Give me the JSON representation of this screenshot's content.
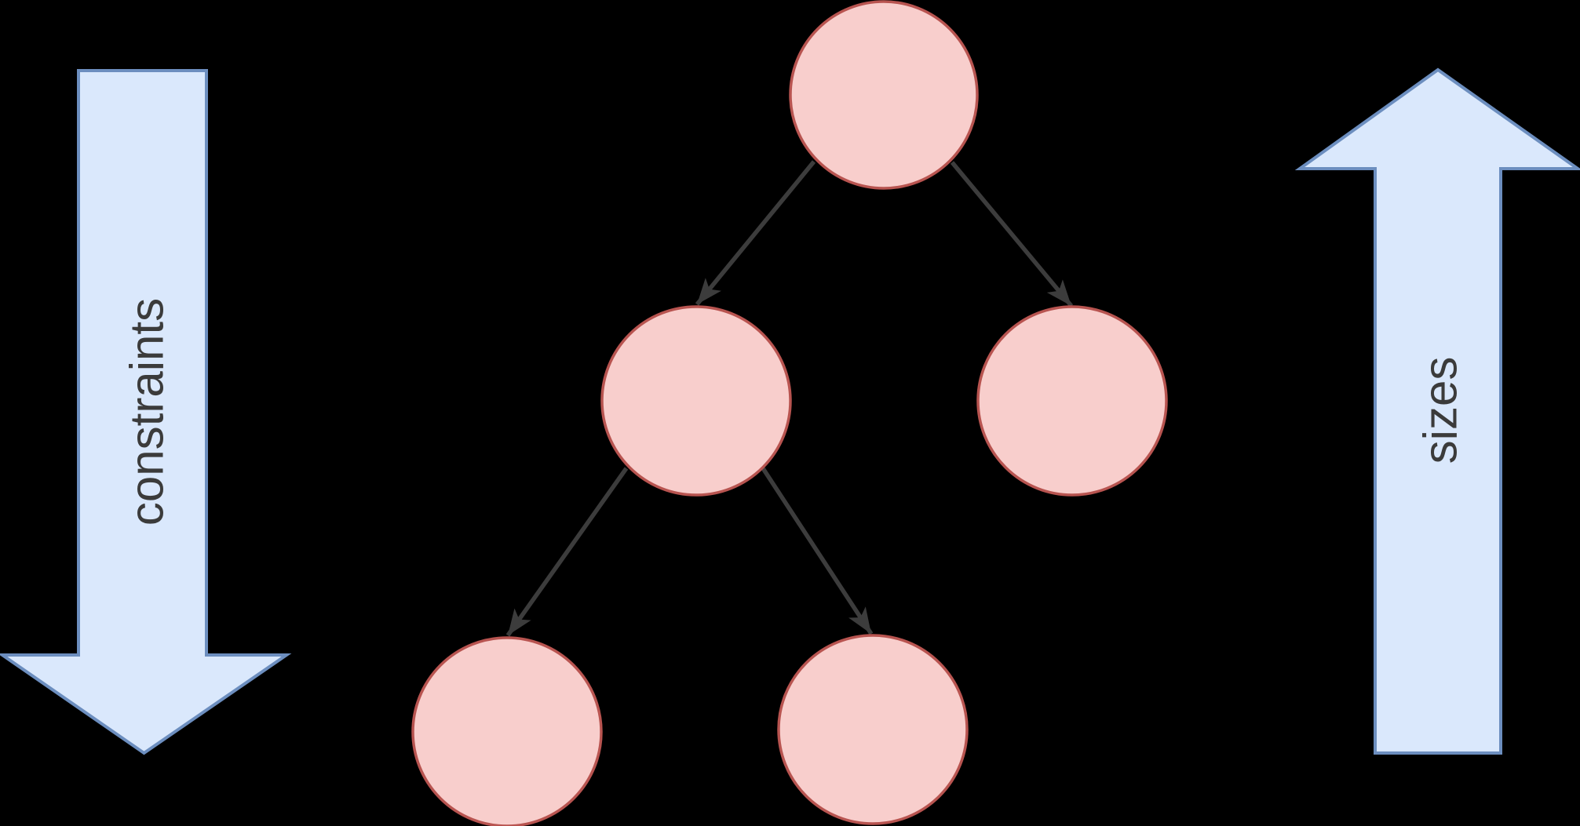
{
  "diagram": {
    "left_arrow": {
      "label": "constraints",
      "direction": "down"
    },
    "right_arrow": {
      "label": "sizes",
      "direction": "up"
    },
    "tree": {
      "node_count": 5,
      "nodes": [
        {
          "id": "root",
          "row": "top",
          "children": [
            "child-left",
            "child-right"
          ]
        },
        {
          "id": "child-left",
          "row": "middle",
          "children": [
            "grandchild-left",
            "grandchild-right"
          ]
        },
        {
          "id": "child-right",
          "row": "middle",
          "children": []
        },
        {
          "id": "grandchild-left",
          "row": "bottom",
          "children": []
        },
        {
          "id": "grandchild-right",
          "row": "bottom",
          "children": []
        }
      ],
      "edges": [
        {
          "from": "root",
          "to": "child-left"
        },
        {
          "from": "root",
          "to": "child-right"
        },
        {
          "from": "child-left",
          "to": "grandchild-left"
        },
        {
          "from": "child-left",
          "to": "grandchild-right"
        }
      ]
    },
    "colors": {
      "background": "#000000",
      "node_fill": "#f8cecc",
      "node_stroke": "#b85450",
      "edge_stroke": "#3c3c3c",
      "arrow_fill": "#dae8fc",
      "arrow_stroke": "#6c8ebf",
      "label_color": "#3b3b3b"
    }
  }
}
